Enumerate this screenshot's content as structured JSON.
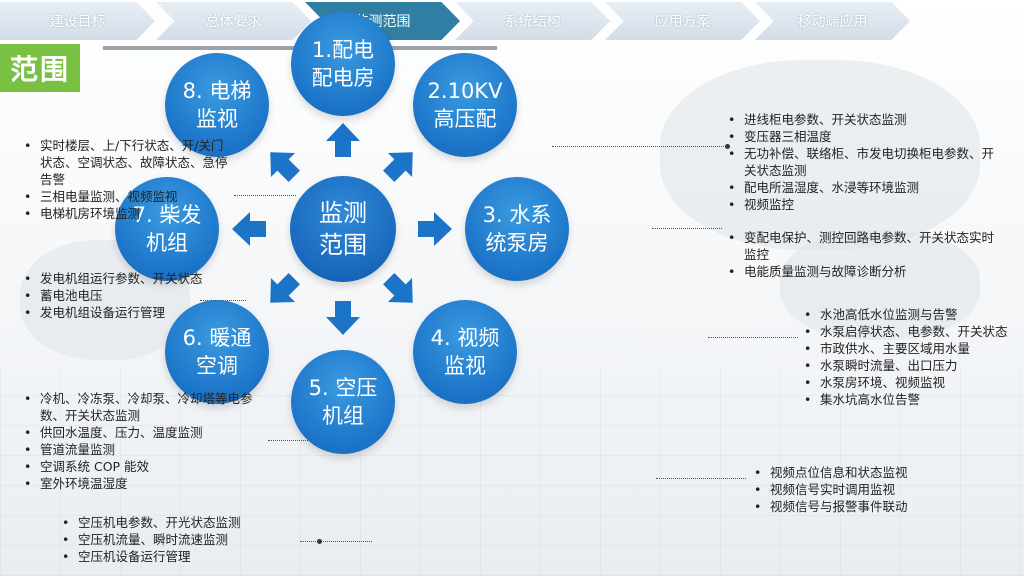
{
  "nav": {
    "items": [
      {
        "label": "建设目标",
        "state": "light"
      },
      {
        "label": "总体要求",
        "state": "light"
      },
      {
        "label": "监测范围",
        "state": "active"
      },
      {
        "label": "系统结构",
        "state": "light"
      },
      {
        "label": "应用方案",
        "state": "light"
      },
      {
        "label": "移动端应用",
        "state": "light"
      }
    ]
  },
  "page_title": "范围",
  "center": "监测\n范围",
  "circles": {
    "c1": "1.配电\n配电房",
    "c2": "2.10KV\n高压配",
    "c3": "3. 水系\n统泵房",
    "c4": "4. 视频\n监视",
    "c5": "5. 空压\n机组",
    "c6": "6. 暖通\n空调",
    "c7": "7. 柴发\n机组",
    "c8": "8. 电梯\n监视"
  },
  "lists": {
    "elevator": [
      "实时楼层、上/下行状态、开/关门状态、空调状态、故障状态、急停告警",
      "三相电量监测、视频监视",
      "电梯机房环境监测"
    ],
    "generator": [
      "发电机组运行参数、开关状态",
      "蓄电池电压",
      "发电机组设备运行管理"
    ],
    "hvac": [
      "冷机、冷冻泵、冷却泵、冷却塔等电参数、开关状态监测",
      "供回水温度、压力、温度监测",
      "管道流量监测",
      "空调系统 COP 能效",
      "室外环境温湿度"
    ],
    "compressor": [
      "空压机电参数、开光状态监测",
      "空压机流量、瞬时流速监测",
      "空压机设备运行管理"
    ],
    "distribution": [
      "进线柜电参数、开关状态监测",
      "变压器三相温度",
      "无功补偿、联络柜、市发电切换柜电参数、开关状态监测",
      "配电所温湿度、水浸等环境监测",
      "视频监控"
    ],
    "highvoltage": [
      "变配电保护、测控回路电参数、开关状态实时监控",
      "电能质量监测与故障诊断分析"
    ],
    "pump": [
      "水池高低水位监测与告警",
      "水泵启停状态、电参数、开关状态",
      "市政供水、主要区域用水量",
      "水泵瞬时流量、出口压力",
      "水泵房环境、视频监视",
      "集水坑高水位告警"
    ],
    "video": [
      "视频点位信息和状态监视",
      "视频信号实时调用监视",
      "视频信号与报警事件联动"
    ]
  },
  "colors": {
    "accent": "#7ac143",
    "active_nav": "#2e7fa3",
    "circle": "#1c74c8",
    "arrow": "#1c74c8"
  }
}
